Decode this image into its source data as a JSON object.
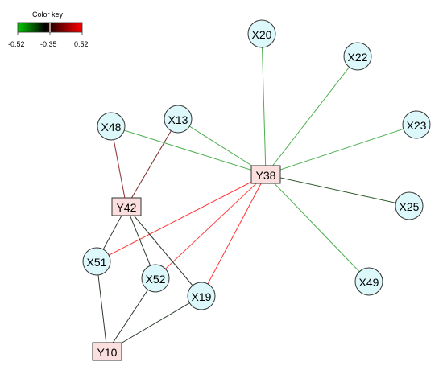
{
  "color_key": {
    "title": "Color key",
    "ticks": [
      "-0.52",
      "-0.35",
      "0.52"
    ],
    "gradient": [
      "#00cc00",
      "#000000",
      "#ff0000"
    ]
  },
  "nodes": [
    {
      "id": "X20",
      "label": "X20",
      "shape": "circle"
    },
    {
      "id": "X22",
      "label": "X22",
      "shape": "circle"
    },
    {
      "id": "X23",
      "label": "X23",
      "shape": "circle"
    },
    {
      "id": "X25",
      "label": "X25",
      "shape": "circle"
    },
    {
      "id": "X49",
      "label": "X49",
      "shape": "circle"
    },
    {
      "id": "X48",
      "label": "X48",
      "shape": "circle"
    },
    {
      "id": "X13",
      "label": "X13",
      "shape": "circle"
    },
    {
      "id": "X51",
      "label": "X51",
      "shape": "circle"
    },
    {
      "id": "X52",
      "label": "X52",
      "shape": "circle"
    },
    {
      "id": "X19",
      "label": "X19",
      "shape": "circle"
    },
    {
      "id": "Y38",
      "label": "Y38",
      "shape": "rect"
    },
    {
      "id": "Y42",
      "label": "Y42",
      "shape": "rect"
    },
    {
      "id": "Y10",
      "label": "Y10",
      "shape": "rect"
    }
  ],
  "edges": [
    {
      "from": "Y38",
      "to": "X20",
      "color": "#4caf50"
    },
    {
      "from": "Y38",
      "to": "X22",
      "color": "#4caf50"
    },
    {
      "from": "Y38",
      "to": "X23",
      "color": "#4caf50"
    },
    {
      "from": "Y38",
      "to": "X25",
      "color": "#2e5a2e"
    },
    {
      "from": "Y38",
      "to": "X49",
      "color": "#4caf50"
    },
    {
      "from": "Y38",
      "to": "X48",
      "color": "#4caf50"
    },
    {
      "from": "Y38",
      "to": "X13",
      "color": "#4caf50"
    },
    {
      "from": "Y38",
      "to": "X51",
      "color": "#ff3333"
    },
    {
      "from": "Y38",
      "to": "X52",
      "color": "#ff4444"
    },
    {
      "from": "Y38",
      "to": "X19",
      "color": "#ff3333"
    },
    {
      "from": "Y42",
      "to": "X48",
      "color": "#8b2a2a"
    },
    {
      "from": "Y42",
      "to": "X13",
      "color": "#7a2a2a"
    },
    {
      "from": "Y42",
      "to": "X51",
      "color": "#2b3a2b"
    },
    {
      "from": "Y42",
      "to": "X52",
      "color": "#2b3a2b"
    },
    {
      "from": "Y42",
      "to": "X19",
      "color": "#2b3a2b"
    },
    {
      "from": "Y10",
      "to": "X51",
      "color": "#2b3a2b"
    },
    {
      "from": "Y10",
      "to": "X52",
      "color": "#2b3a2b"
    },
    {
      "from": "Y10",
      "to": "X19",
      "color": "#2b3a2b"
    }
  ],
  "style": {
    "circle_fill": "#ddf8fa",
    "rect_fill": "#fbdede",
    "stroke": "#333333"
  }
}
